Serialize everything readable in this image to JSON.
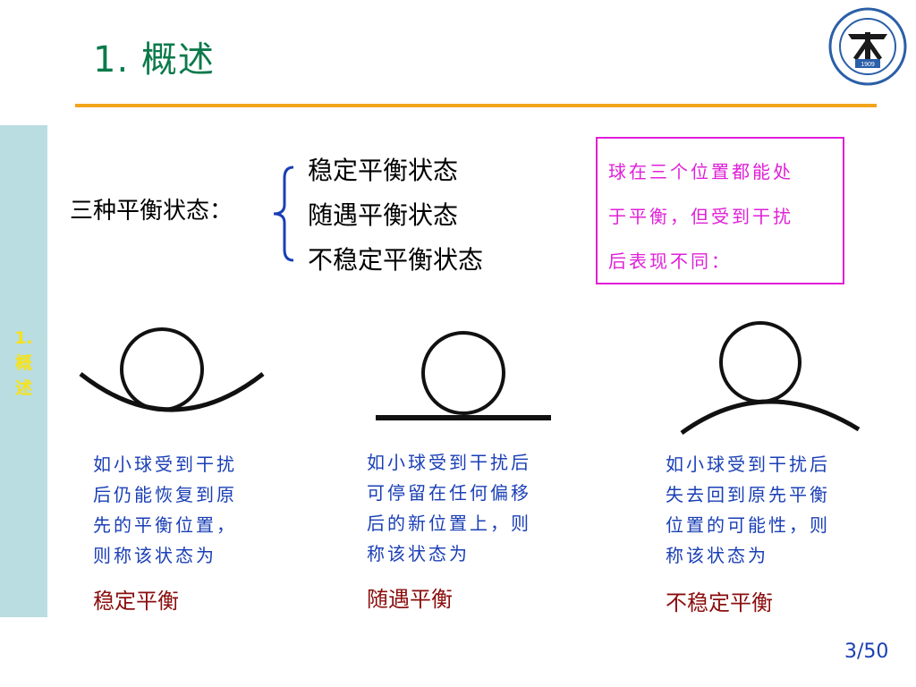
{
  "slide": {
    "title": "1. 概述",
    "side_label": [
      "1.",
      "概",
      "述"
    ],
    "page_number": "3/50"
  },
  "intro": {
    "label": "三种平衡状态：",
    "states": [
      "稳定平衡状态",
      "随遇平衡状态",
      "不稳定平衡状态"
    ]
  },
  "note": {
    "lines": [
      "球在三个位置都能处",
      "于平衡，但受到干扰",
      "后表现不同："
    ]
  },
  "cases": [
    {
      "description": [
        "如小球受到干扰",
        "后仍能恢复到原",
        "先的平衡位置，",
        "则称该状态为"
      ],
      "verdict": "稳定平衡"
    },
    {
      "description": [
        "如小球受到干扰后",
        "可停留在任何偏移",
        "后的新位置上，则",
        "称该状态为"
      ],
      "verdict": "随遇平衡"
    },
    {
      "description": [
        "如小球受到干扰后",
        "失去回到原先平衡",
        "位置的可能性，则",
        "称该状态为"
      ],
      "verdict": "不稳定平衡"
    }
  ],
  "colors": {
    "title": "#0b7a4a",
    "rule": "#f2a51a",
    "side_strip": "#b9dde1",
    "note": "#e020d8",
    "description": "#1a3fb5",
    "verdict": "#8b0e0e"
  },
  "logo": {
    "icon": "university-seal-icon",
    "year": "1909"
  }
}
